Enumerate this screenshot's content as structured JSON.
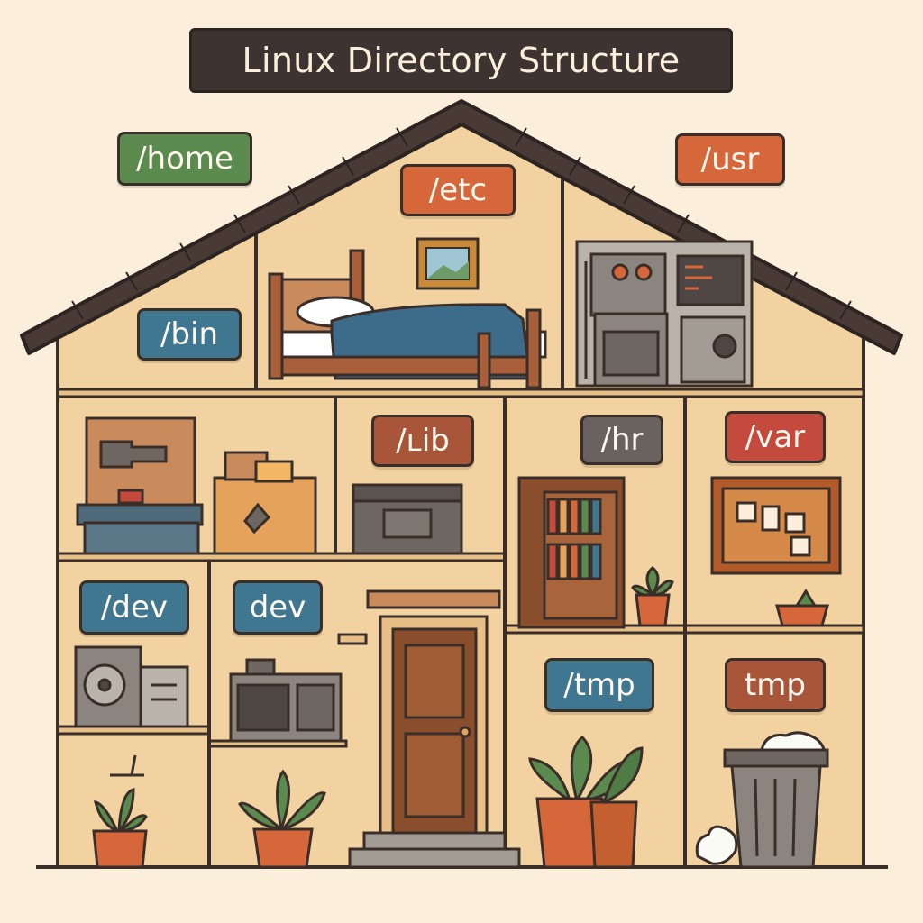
{
  "title": "Linux Directory Structure",
  "colors": {
    "green": "#5a8a4e",
    "orange": "#d5673a",
    "blue": "#3f7690",
    "brown": "#a9553a",
    "grey": "#6a625e",
    "red": "#c54a3e",
    "wall": "#f2d2a0",
    "roof": "#4a3a35",
    "outline": "#3a2e28"
  },
  "labels": {
    "home": "/home",
    "etc": "/etc",
    "usr": "/usr",
    "bin": "/bin",
    "lib": "/ʟib",
    "hr": "/hr",
    "var": "/var",
    "dev_slash": "/dev",
    "dev": "dev",
    "tmp_slash": "/tmp",
    "tmp": "tmp"
  }
}
